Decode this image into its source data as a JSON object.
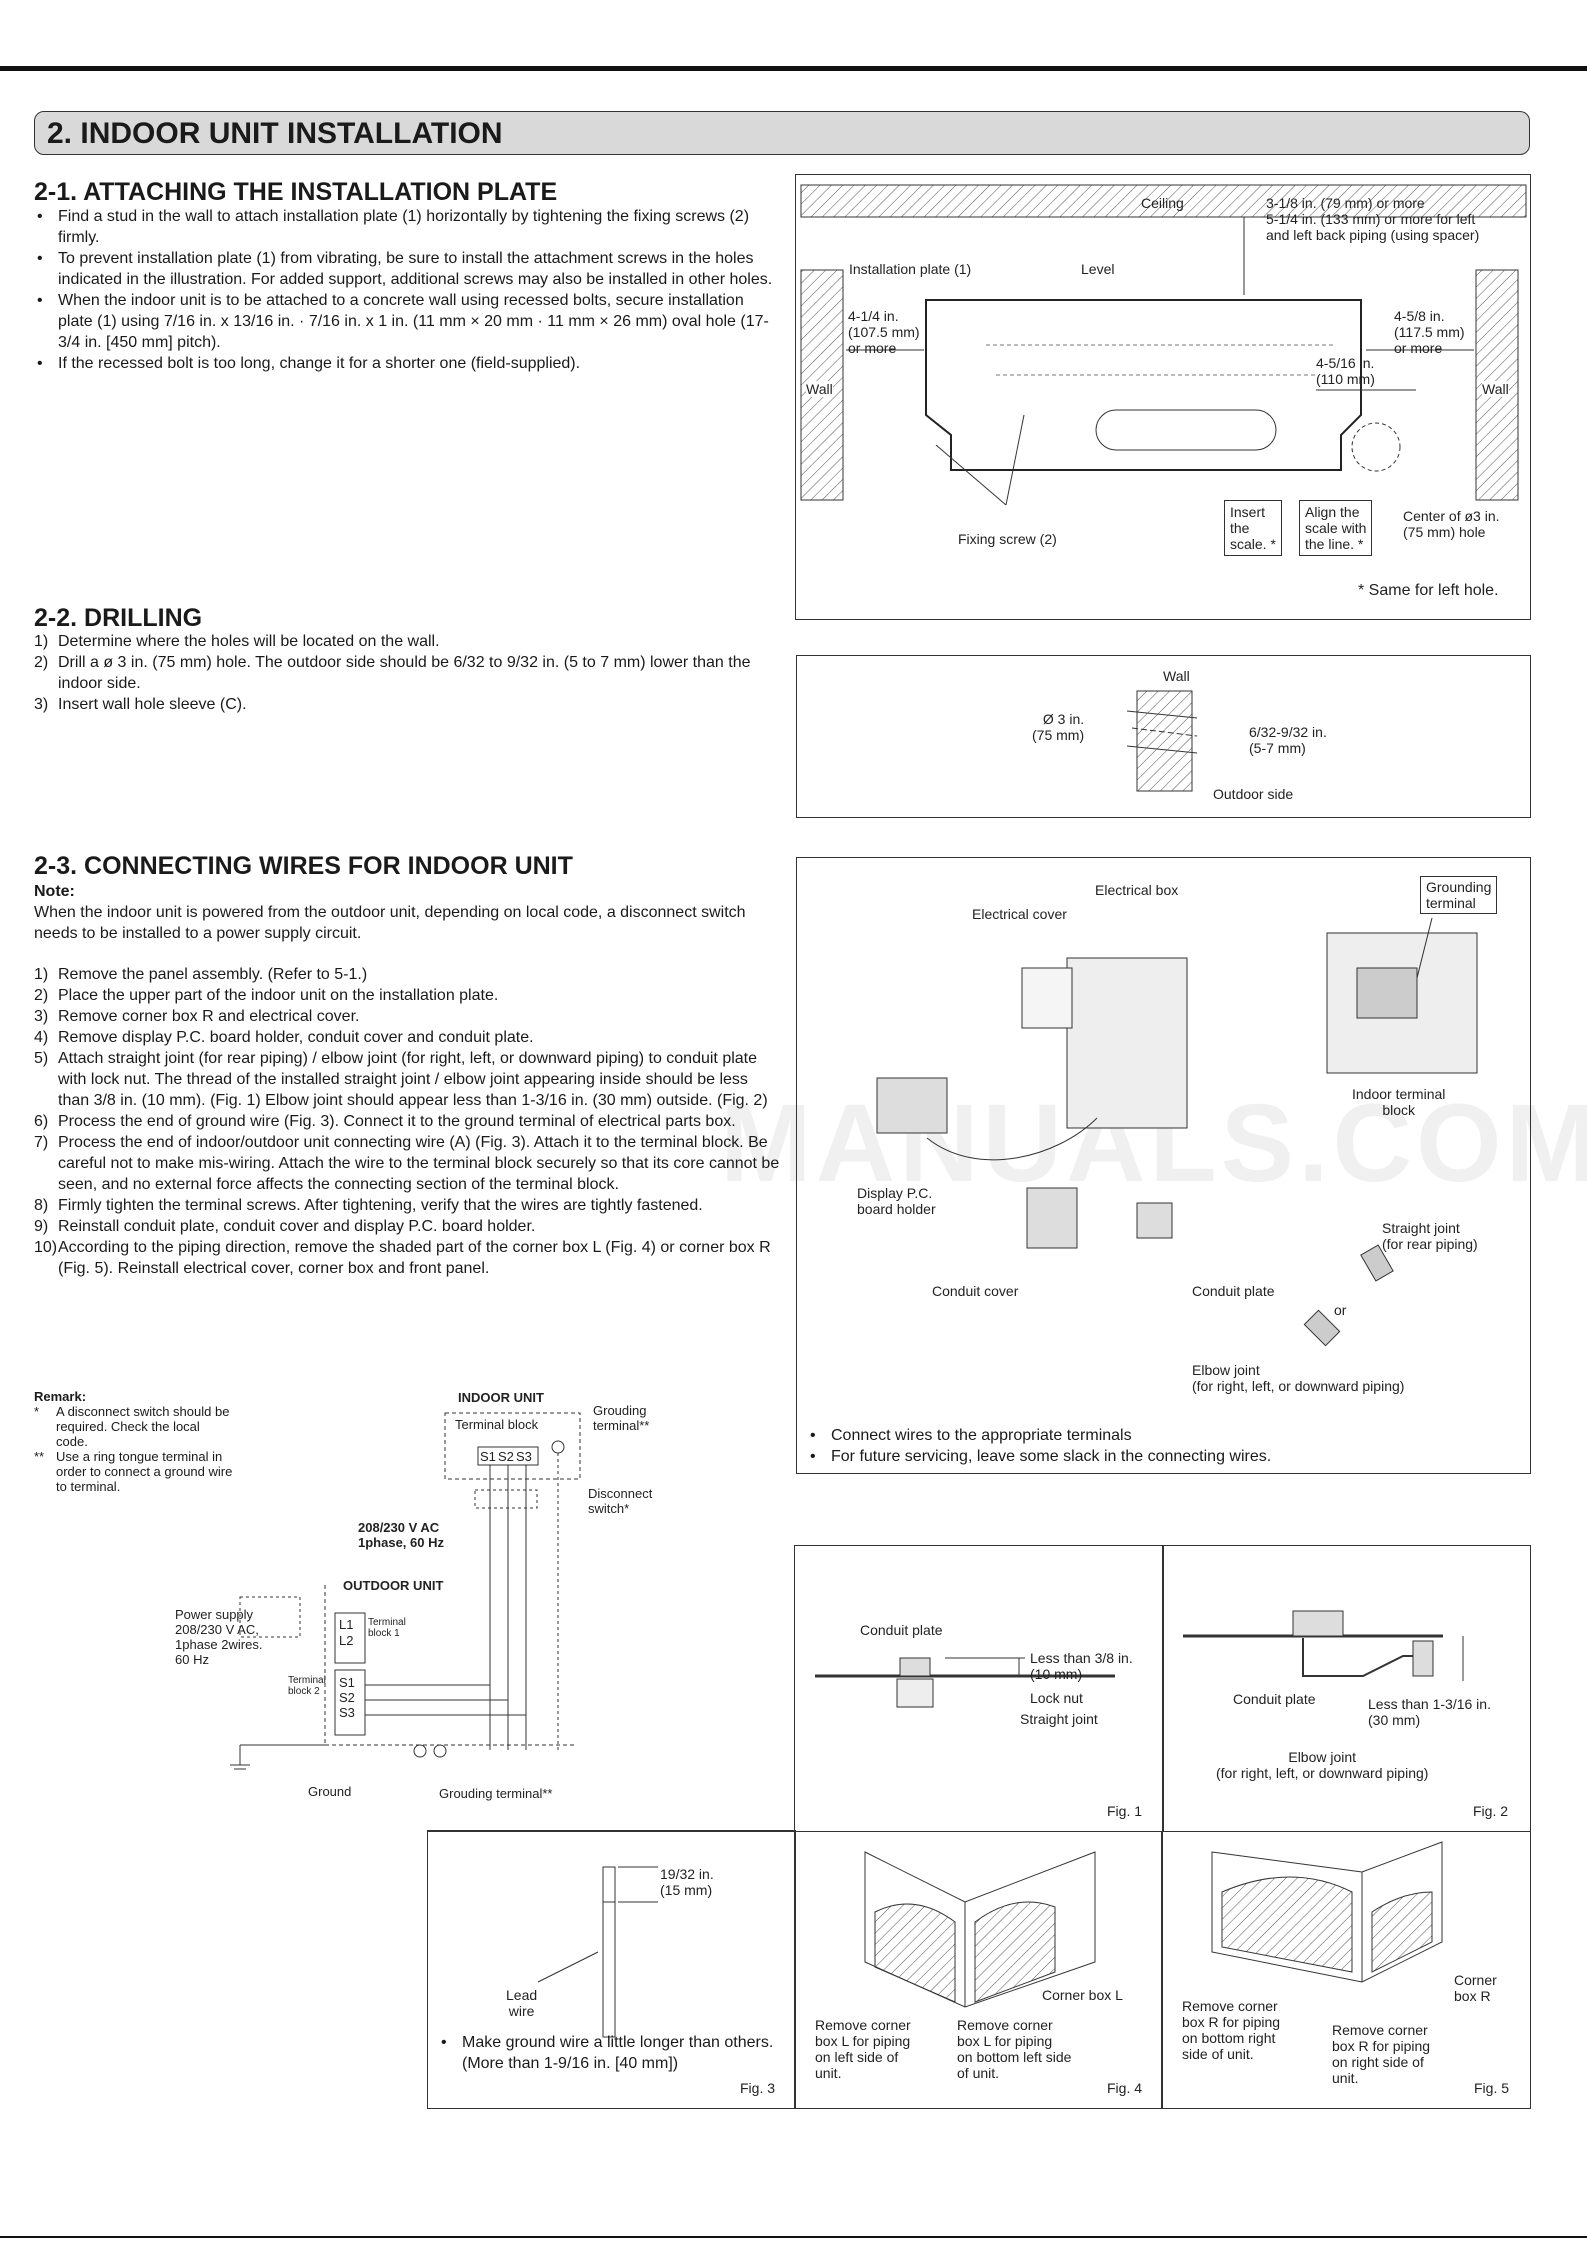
{
  "section": {
    "title": "2.  INDOOR UNIT INSTALLATION"
  },
  "s21": {
    "title": "2-1. ATTACHING THE INSTALLATION PLATE",
    "bullets": [
      "Find a stud in the wall to attach installation plate (1) horizontally by tightening the fixing screws (2) firmly.",
      "To prevent installation plate (1) from vibrating, be sure to install the attachment screws in the holes indicated in the illustration. For added support, additional screws may also be installed in other holes.",
      "When the indoor unit is to be attached to a concrete wall using recessed bolts, secure installation plate (1) using 7/16 in. x 13/16 in. · 7/16 in. x 1 in. (11 mm × 20 mm · 11 mm × 26 mm) oval hole (17-3/4 in. [450 mm] pitch).",
      "If the recessed bolt is too long, change it for a shorter one (field-supplied)."
    ],
    "fig": {
      "ceiling": "Ceiling",
      "top_dim": "3-1/8 in. (79 mm) or more\n5-1/4 in. (133 mm) or more for left\nand left back piping (using spacer)",
      "plate": "Installation plate (1)",
      "level": "Level",
      "left_dim": "4-1/4 in.\n(107.5 mm)\nor more",
      "right_dim": "4-5/8 in.\n(117.5 mm)\nor more",
      "center_dim": "4-5/16 in.\n(110 mm)",
      "wall_l": "Wall",
      "wall_r": "Wall",
      "insert": "Insert\nthe\nscale. *",
      "align": "Align the\nscale with\nthe line. *",
      "center_hole": "Center of ø3 in.\n(75 mm) hole",
      "fixing": "Fixing screw (2)",
      "same": "* Same for left hole."
    }
  },
  "s22": {
    "title": "2-2. DRILLING",
    "steps": [
      {
        "n": "1)",
        "t": "Determine where the holes will be located on the wall."
      },
      {
        "n": "2)",
        "t": "Drill a ø 3 in. (75 mm) hole. The outdoor side should be 6/32 to 9/32 in. (5 to 7 mm) lower than the indoor side."
      },
      {
        "n": "3)",
        "t": "Insert wall hole sleeve (C)."
      }
    ],
    "fig": {
      "wall": "Wall",
      "dia": "Ø 3 in.\n(75 mm)",
      "drop": "6/32-9/32 in.\n(5-7 mm)",
      "outdoor": "Outdoor side"
    }
  },
  "s23": {
    "title": "2-3. CONNECTING WIRES FOR INDOOR UNIT",
    "note_title": "Note:",
    "note": "When the indoor unit is powered from the outdoor unit, depending on local code, a disconnect switch needs to be installed to a power supply circuit.",
    "steps": [
      {
        "n": "1)",
        "t": "Remove the panel assembly. (Refer to 5-1.)"
      },
      {
        "n": "2)",
        "t": "Place the upper part of the indoor unit on the installation plate."
      },
      {
        "n": "3)",
        "t": "Remove corner box R and electrical cover."
      },
      {
        "n": "4)",
        "t": "Remove display P.C. board holder, conduit cover and conduit plate."
      },
      {
        "n": "5)",
        "t": "Attach straight joint (for rear piping) / elbow joint (for right, left, or downward piping) to conduit plate with lock nut. The thread of the installed straight joint / elbow joint appearing inside should be less than 3/8 in. (10 mm). (Fig. 1) Elbow joint should appear less than 1-3/16 in. (30 mm) outside. (Fig. 2)"
      },
      {
        "n": "6)",
        "t": "Process the end of ground wire (Fig. 3). Connect it to the ground terminal of electrical parts box."
      },
      {
        "n": "7)",
        "t": "Process the end of indoor/outdoor unit connecting wire (A) (Fig. 3). Attach it to the terminal block. Be careful not to make mis-wiring. Attach the wire to the terminal block securely so that its core cannot be seen, and no external force affects the connecting section of the terminal block."
      },
      {
        "n": "8)",
        "t": "Firmly tighten the terminal screws. After tightening, verify that the wires are tightly fastened."
      },
      {
        "n": "9)",
        "t": "Reinstall conduit plate, conduit cover and display P.C. board holder."
      },
      {
        "n": "10)",
        "t": "According to the piping direction, remove the shaded part of the corner box L (Fig. 4) or corner box R (Fig. 5). Reinstall electrical cover, corner box and front panel."
      }
    ],
    "fig": {
      "elec_box": "Electrical box",
      "elec_cover": "Electrical cover",
      "grounding": "Grounding\nterminal",
      "indoor_tb": "Indoor terminal\nblock",
      "display": "Display P.C.\nboard holder",
      "straight": "Straight joint\n(for rear piping)",
      "conduit_cover": "Conduit cover",
      "conduit_plate": "Conduit plate",
      "or": "or",
      "elbow": "Elbow joint\n(for right, left, or downward piping)",
      "bullets": [
        "Connect wires to the appropriate terminals",
        "For future servicing, leave some slack in the connecting wires."
      ]
    },
    "remark": {
      "title": "Remark:",
      "items": [
        {
          "m": "*",
          "t": "A disconnect switch should be required. Check the local code."
        },
        {
          "m": "**",
          "t": "Use a ring tongue terminal in order to connect a ground wire to terminal."
        }
      ]
    },
    "wiring": {
      "indoor": "INDOOR UNIT",
      "tb": "Terminal block",
      "grouding": "Grouding\nterminal**",
      "s": [
        "S1",
        "S2",
        "S3"
      ],
      "disconnect": "Disconnect\nswitch*",
      "voltage": "208/230 V AC\n1phase, 60 Hz",
      "outdoor": "OUTDOOR UNIT",
      "power": "Power supply\n208/230 V AC,\n1phase 2wires.\n60 Hz",
      "tb1": "Terminal\nblock 1",
      "l": [
        "L1",
        "L2"
      ],
      "tb2": "Terminal block 2",
      "s2": [
        "S1",
        "S2",
        "S3"
      ],
      "ground": "Ground",
      "grouding2": "Grouding terminal**"
    }
  },
  "figs": {
    "fig1": {
      "conduit": "Conduit plate",
      "less": "Less than 3/8 in.\n(10 mm)",
      "lock": "Lock nut",
      "straight": "Straight joint",
      "cap": "Fig. 1"
    },
    "fig2": {
      "conduit": "Conduit plate",
      "less": "Less than 1-3/16 in.\n(30 mm)",
      "elbow": "Elbow joint\n(for right, left, or downward piping)",
      "cap": "Fig. 2"
    },
    "fig3": {
      "dim": "19/32 in.\n(15 mm)",
      "lead": "Lead\nwire",
      "note": "Make ground wire a little longer than others. (More than 1-9/16 in. [40 mm])",
      "cap": "Fig. 3"
    },
    "fig4": {
      "corner": "Corner box L",
      "left": "Remove corner\nbox L for piping\non left side of\nunit.",
      "bottom": "Remove corner\nbox L for piping\non bottom left side\nof unit.",
      "cap": "Fig. 4"
    },
    "fig5": {
      "corner": "Corner\nbox R",
      "bottom": "Remove corner\nbox R for piping\non bottom right\nside of unit.",
      "right": "Remove corner\nbox R for piping\non right side of\nunit.",
      "cap": "Fig. 5"
    }
  },
  "watermark": "MANUALS.COM"
}
